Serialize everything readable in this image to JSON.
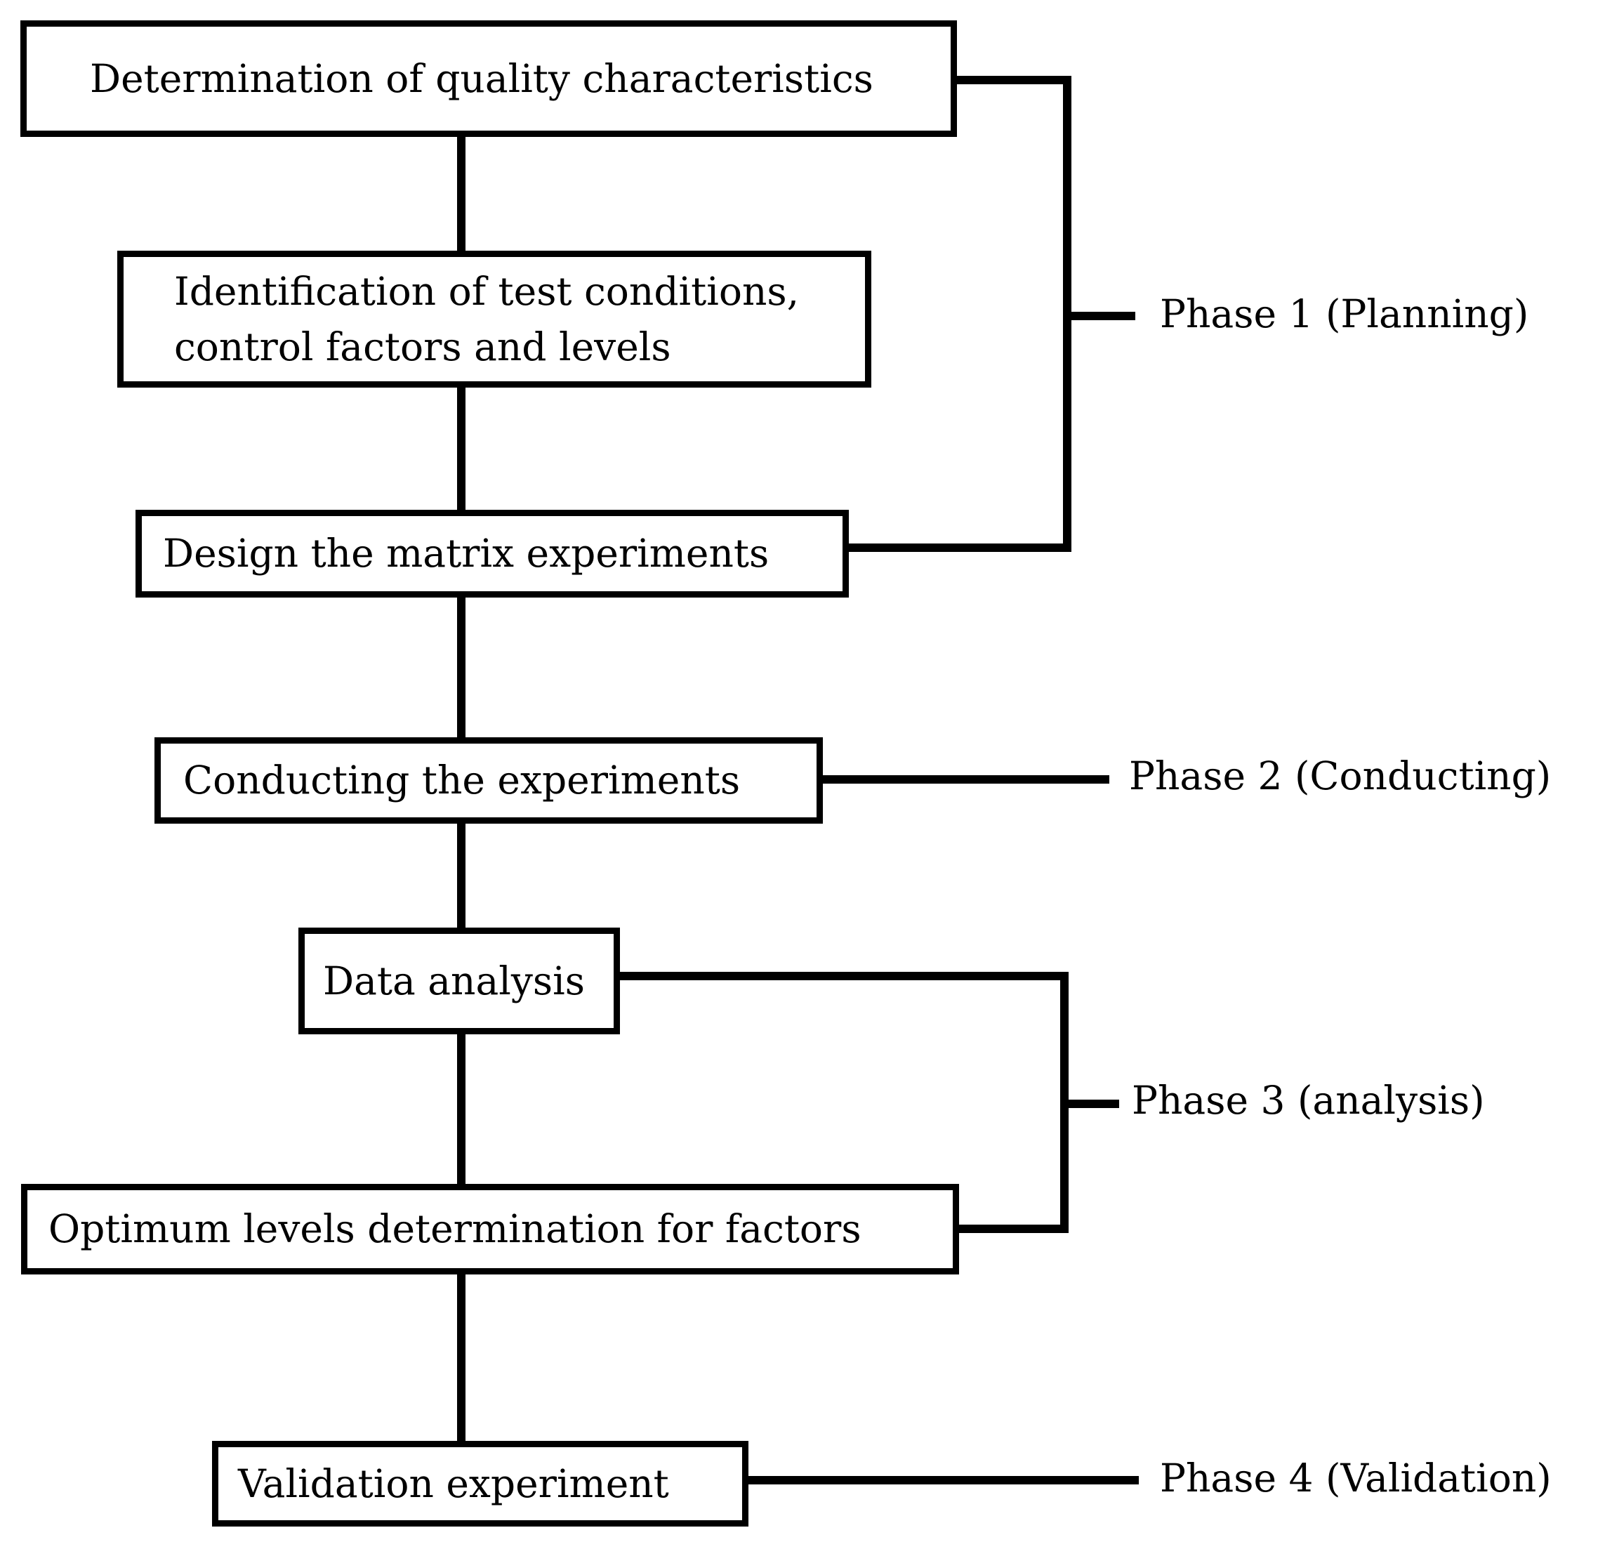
{
  "steps": [
    {
      "label": "Determination of quality characteristics"
    },
    {
      "label_line1": "Identification of test conditions,",
      "label_line2": "control factors and levels"
    },
    {
      "label": "Design the matrix experiments"
    },
    {
      "label": "Conducting the experiments"
    },
    {
      "label": "Data analysis"
    },
    {
      "label": "Optimum levels determination for factors"
    },
    {
      "label": "Validation experiment"
    }
  ],
  "phases": [
    {
      "label": "Phase 1 (Planning)"
    },
    {
      "label": "Phase 2 (Conducting)"
    },
    {
      "label": "Phase 3 (analysis)"
    },
    {
      "label": "Phase 4 (Validation)"
    }
  ],
  "colors": {
    "line": "#000000",
    "background": "#ffffff"
  }
}
